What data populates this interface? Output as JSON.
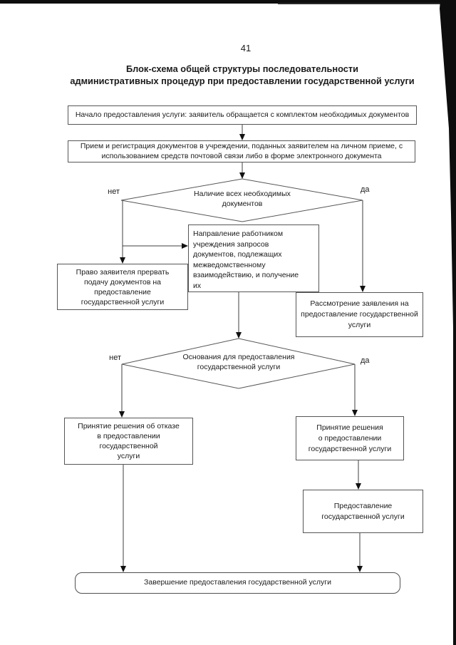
{
  "page": {
    "number": "41",
    "title_line1": "Блок-схема общей структуры последовательности",
    "title_line2": "административных процедур при предоставлении государственной услуги"
  },
  "flowchart": {
    "nodes": {
      "start": "Начало предоставления услуги: заявитель обращается с комплектом необходимых документов",
      "reception": "Прием и регистрация документов в учреждении, поданных заявителем на личном приеме, с\nиспользованием средств почтовой связи либо в форме электронного документа",
      "decision_documents": "Наличие всех необходимых\nдокументов",
      "interagency": "Направление работником\nучреждения запросов\nдокументов, подлежащих\nмежведомственному\nвзаимодействию, и получение\nих",
      "right_to_interrupt": "Право заявителя прервать\nподачу документов на\nпредоставление\nгосударственной услуги",
      "review": "Рассмотрение заявления на\nпредоставление государственной\nуслуги",
      "decision_grounds": "Основания для предоставления\nгосударственной услуги",
      "denial": "Принятие решения об отказе\nв предоставлении\nгосударственной\nуслуги",
      "approval": "Принятие решения\nо предоставлении\nгосударственной услуги",
      "provision": "Предоставление\nгосударственной услуги",
      "end": "Завершение предоставления государственной услуги"
    },
    "labels": {
      "no": "нет",
      "yes": "да"
    }
  },
  "colors": {
    "line": "#3f3f3f",
    "border": "#565656",
    "arrow": "#111111",
    "scan_artifact": "#0d0d0d"
  }
}
